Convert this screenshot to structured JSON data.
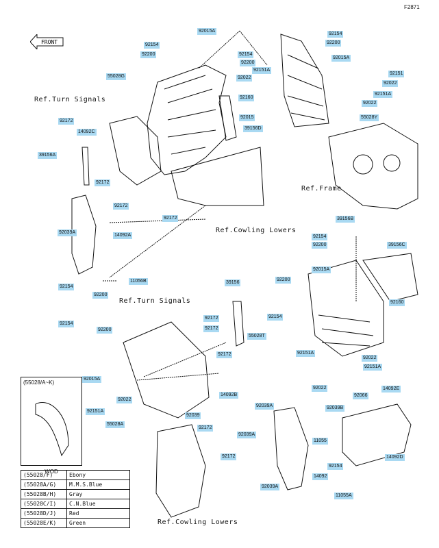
{
  "figure_id": "F2871",
  "front_label": "FRONT",
  "inset": {
    "title": "(55028/A~K)",
    "code": "WOD"
  },
  "refs": [
    "Ref.Turn Signals",
    "Ref.Frame",
    "Ref.Cowling Lowers",
    "Ref.Turn Signals",
    "Ref.Cowling Lowers"
  ],
  "parts": [
    "92154",
    "92200",
    "55028G",
    "92172",
    "14092C",
    "39156A",
    "92172",
    "92172",
    "92039A",
    "14092A",
    "11056B",
    "92015A",
    "92154",
    "92200",
    "92151A",
    "92022",
    "92160",
    "92015",
    "39156D",
    "92172",
    "92154",
    "92200",
    "92015A",
    "92151",
    "92022",
    "92151A",
    "92022",
    "55028Y",
    "39156B",
    "92154",
    "92200",
    "39156C",
    "92015A",
    "92200",
    "92160",
    "92154",
    "55028T",
    "92151A",
    "92022",
    "92151A",
    "92022",
    "92154",
    "92200",
    "92154",
    "92200",
    "92015A",
    "92022",
    "92151A",
    "55028A",
    "39156",
    "92172",
    "92172",
    "92172",
    "14092B",
    "92039",
    "92172",
    "92172",
    "92039A",
    "92039A",
    "11055",
    "92154",
    "14092",
    "92039A",
    "11055A",
    "92039B",
    "92066",
    "14092E",
    "14092D"
  ],
  "color_table": [
    {
      "code": "(55028/F)",
      "color": "Ebony"
    },
    {
      "code": "(55028A/G)",
      "color": "M.M.S.Blue"
    },
    {
      "code": "(55028B/H)",
      "color": "Gray"
    },
    {
      "code": "(55028C/I)",
      "color": "C.N.Blue"
    },
    {
      "code": "(55028D/J)",
      "color": "Red"
    },
    {
      "code": "(55028E/K)",
      "color": "Green"
    }
  ]
}
